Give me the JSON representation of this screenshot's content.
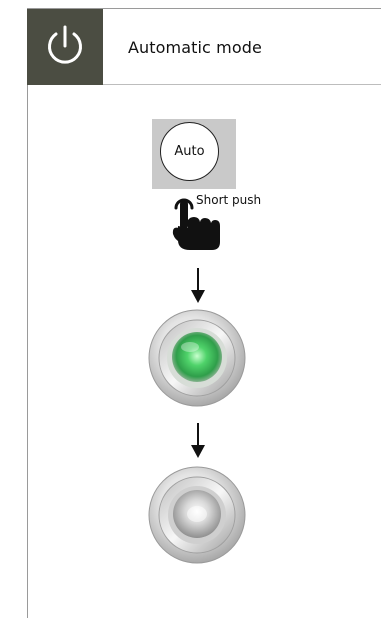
{
  "header": {
    "title": "Automatic mode",
    "tile_icon": "power-icon"
  },
  "control": {
    "button_label": "Auto",
    "action_label": "Short push",
    "gesture_icon": "pointing-hand-icon"
  },
  "states": [
    {
      "name": "led-indicator-on",
      "color": "#4fd36a",
      "status": "lit green"
    },
    {
      "name": "led-indicator-off",
      "color": "#d8d8d8",
      "status": "unlit"
    }
  ],
  "colors": {
    "tile_background": "#4b4d42",
    "panel_background": "#c9c9c9",
    "led_green": "#4fd36a"
  }
}
